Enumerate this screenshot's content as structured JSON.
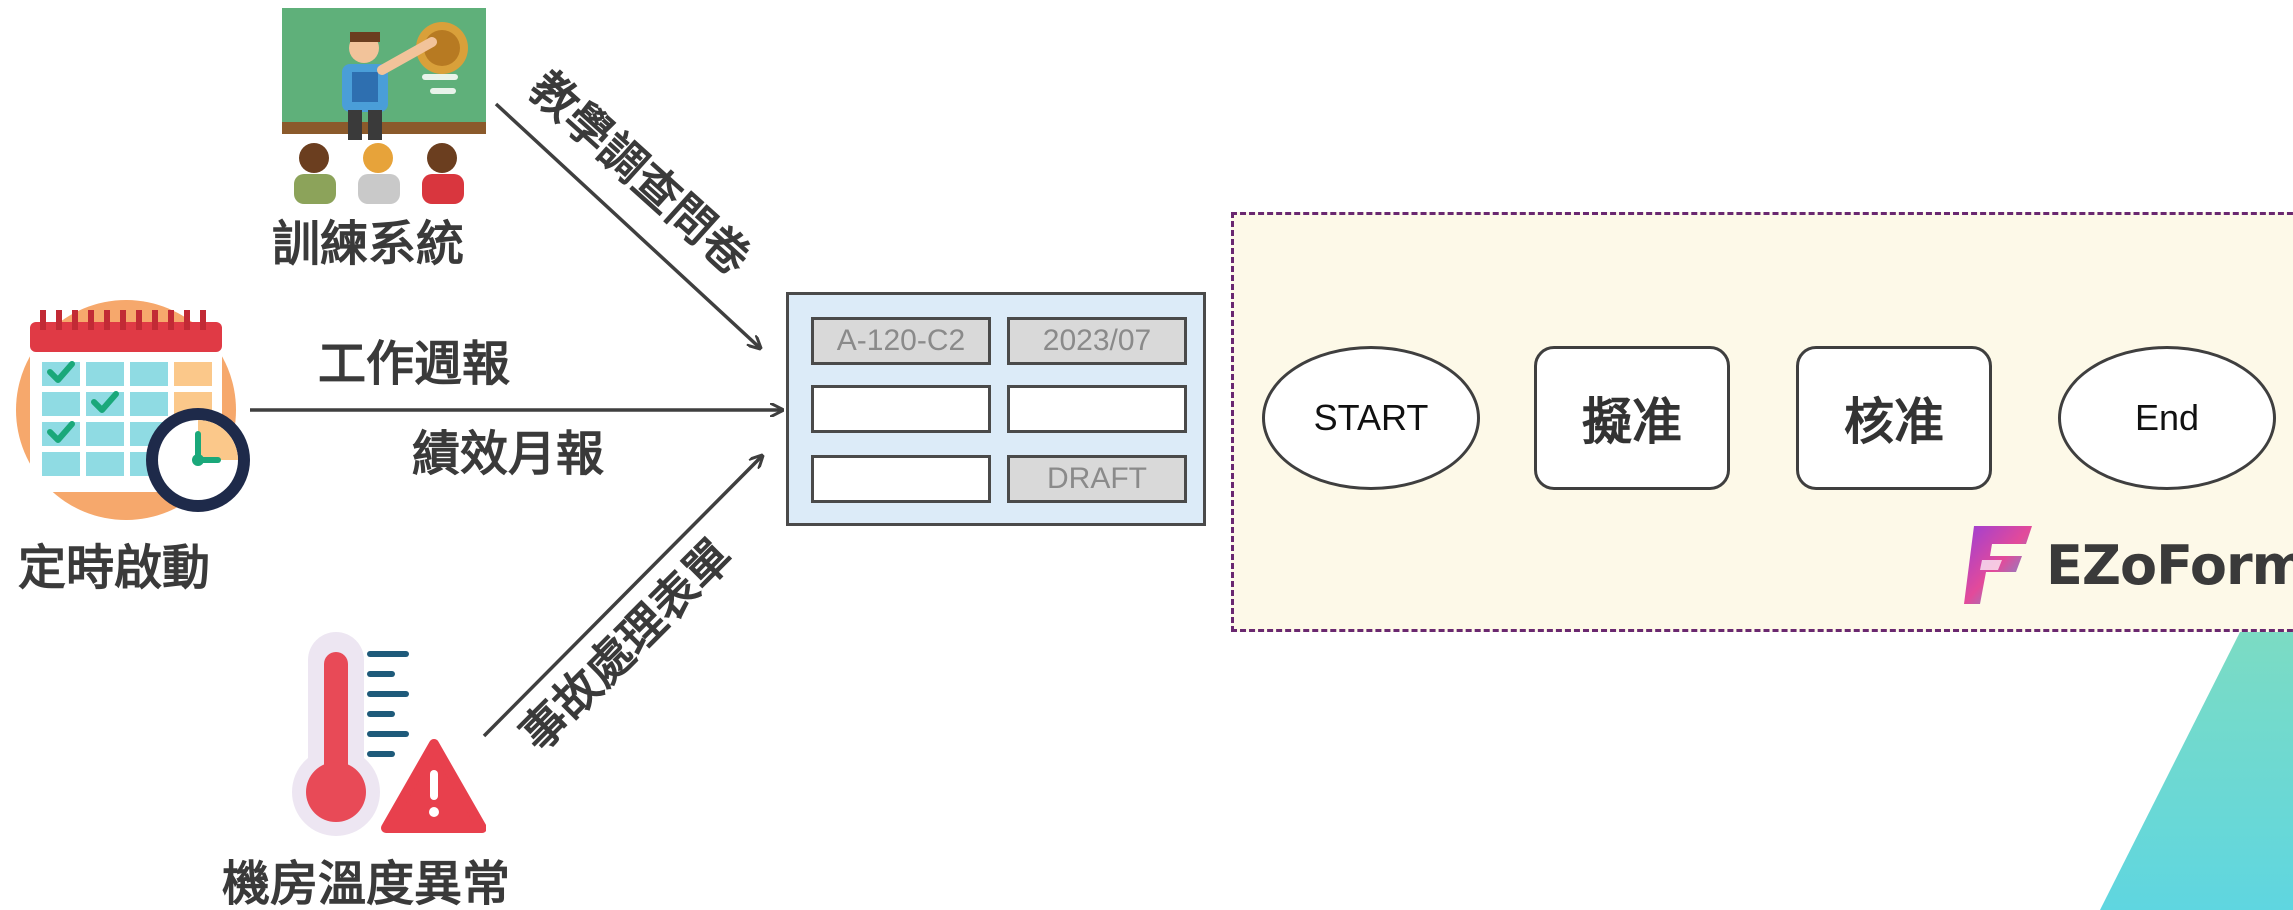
{
  "sources": {
    "training": "訓練系統",
    "schedule": "定時啟動",
    "temperature": "機房溫度異常"
  },
  "edges": {
    "survey": "教學調查問卷",
    "weekly": "工作週報",
    "monthly": "績效月報",
    "incident": "事故處理表單"
  },
  "form": {
    "fields": [
      "A-120-C2",
      "2023/07",
      "",
      "",
      "",
      "DRAFT"
    ]
  },
  "workflow": {
    "start": "START",
    "draft": "擬准",
    "approve": "核准",
    "end": "End"
  },
  "brand": {
    "name": "EZoForm"
  },
  "colors": {
    "form_bg": "#dcebf8",
    "panel_bg": "#fdf9e8",
    "panel_border": "#6a2870",
    "accent_teal": "#3ccfc3"
  },
  "icons": [
    "classroom-icon",
    "calendar-clock-icon",
    "thermometer-warning-icon",
    "ezoform-logo-icon"
  ]
}
